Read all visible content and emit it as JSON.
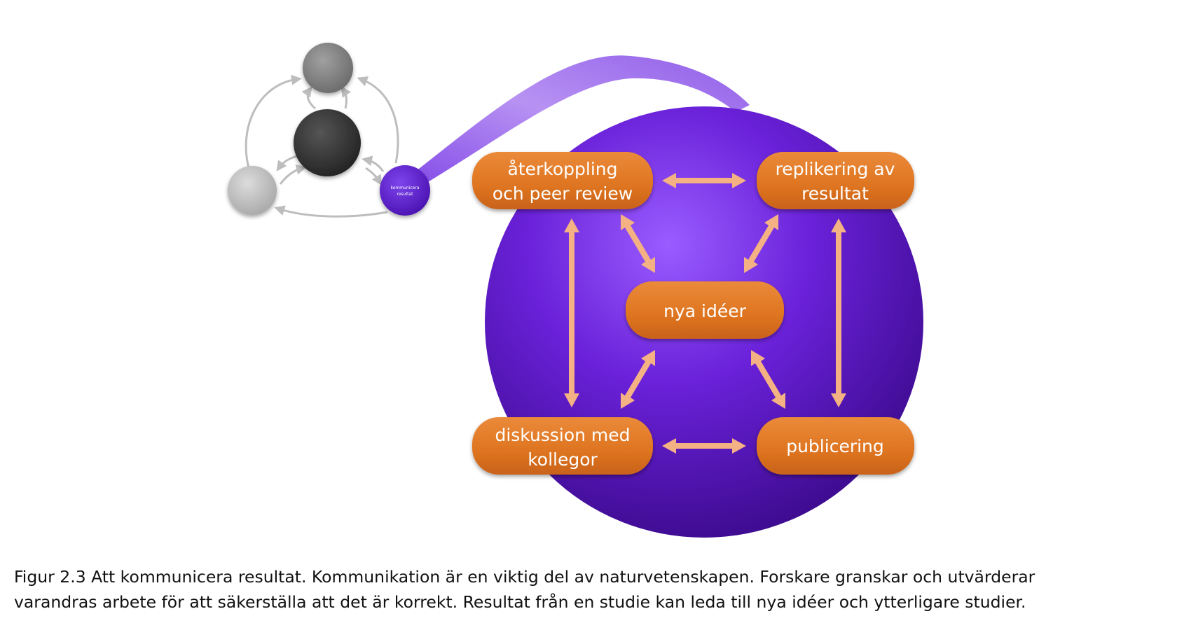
{
  "nodes": {
    "feedback": {
      "line1": "återkoppling",
      "line2": "och peer review"
    },
    "replication": {
      "line1": "replikering av",
      "line2": "resultat"
    },
    "new_ideas": {
      "label": "nya idéer"
    },
    "discussion": {
      "line1": "diskussion med",
      "line2": "kollegor"
    },
    "publication": {
      "label": "publicering"
    }
  },
  "mini_cycle": {
    "highlight_line1": "kommunicera",
    "highlight_line2": "resultat"
  },
  "caption": {
    "line1": "Figur 2.3 Att kommunicera resultat. Kommunikation är en viktig del av naturvetenskapen. Forskare granskar och utvärderar",
    "line2": "varandras arbete för att säkerställa att det är korrekt. Resultat från en studie kan leda till nya idéer och ytterligare studier."
  },
  "colors": {
    "big_circle": "#6a21d9",
    "node_fill": "#e07a22",
    "arrow": "#f4b184",
    "mini_highlight": "#5f1fd1"
  }
}
